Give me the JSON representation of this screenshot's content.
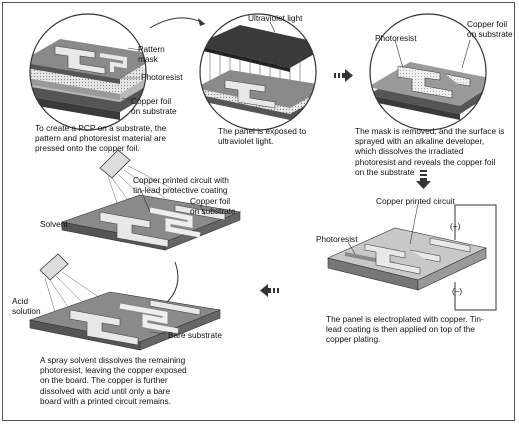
{
  "panel1": {
    "label_pattern_mask": "Pattern\nmask",
    "label_photoresist": "Photoresist",
    "label_copper_foil": "Copper foil\non substrate",
    "caption": "To create a PCP on a substrate, the pattern and photoresist material are pressed onto the copper foil."
  },
  "panel2": {
    "label_uv": "Ultraviolet light",
    "caption": "The panel is exposed to ultraviolet light."
  },
  "panel3": {
    "label_photoresist": "Photoresist",
    "label_copper_foil": "Copper foil\non substrate",
    "caption": "The mask is removed, and the surface is sprayed with an alkaline developer, which dissolves the irradiated photoresist and reveals the copper foil on the substrate"
  },
  "panel4": {
    "label_copper_circuit": "Copper printed circuit",
    "label_photoresist": "Photoresist",
    "label_plus": "(+)",
    "label_minus": "(–)",
    "caption": "The panel is electroplated with copper. Tin-lead coating is then applied on top of the copper plating."
  },
  "panel5": {
    "label_circuit_coating": "Copper printed circuit with\ntin-lead protective coating",
    "label_copper_foil": "Copper foil\non substrate",
    "label_solvent": "Solvent",
    "label_acid": "Acid\nsolution",
    "label_bare": "Bare substrate",
    "caption": "A spray solvent dissolves the remaining photoresist, leaving the copper exposed on the board. The copper is further dissolved with acid until only a bare board with a printed circuit remains."
  }
}
